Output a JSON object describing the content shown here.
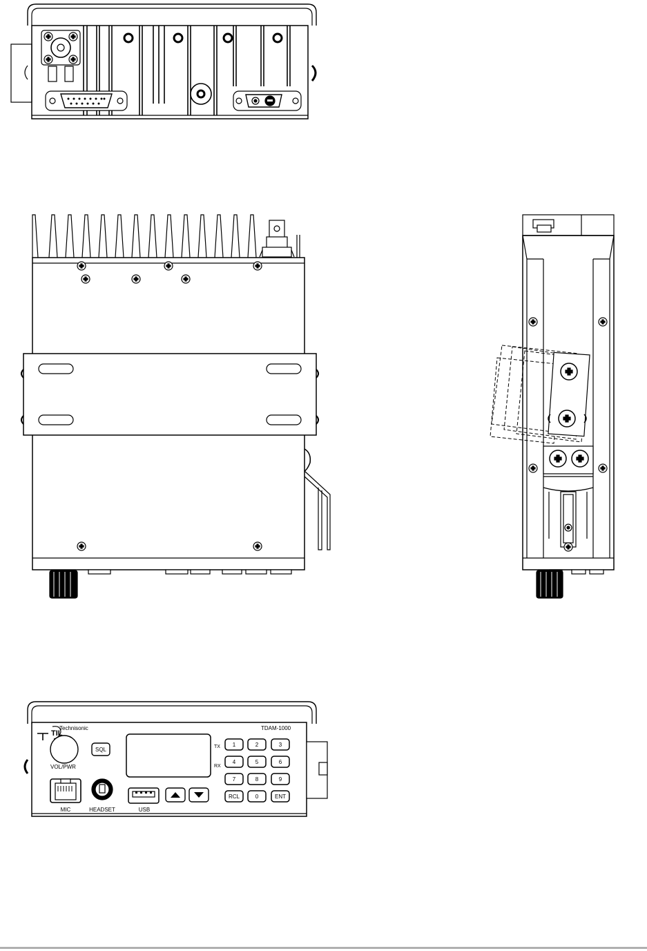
{
  "front_panel": {
    "brand": "Technisonic",
    "logo_text": "TIL",
    "model": "TDAM-1000",
    "labels": {
      "vol_pwr": "VOL/PWR",
      "sql": "SQL",
      "mic": "MIC",
      "headset": "HEADSET",
      "usb": "USB",
      "tx": "TX",
      "rx": "RX"
    },
    "keypad": [
      "1",
      "2",
      "3",
      "4",
      "5",
      "6",
      "7",
      "8",
      "9",
      "RCL",
      "0",
      "ENT"
    ]
  },
  "colors": {
    "line": "#000000",
    "background": "#ffffff",
    "footer_rule": "#b0b0b0"
  },
  "icons": {
    "arrow_up": "triangle-up",
    "arrow_down": "triangle-down"
  }
}
